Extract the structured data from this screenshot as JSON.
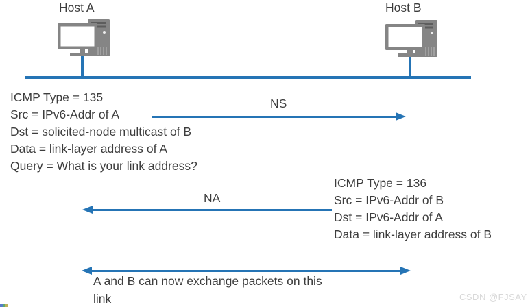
{
  "hosts": [
    {
      "label": "Host A"
    },
    {
      "label": "Host B"
    }
  ],
  "ns_message": {
    "arrow_label": "NS",
    "lines": [
      "ICMP Type = 135",
      "Src = IPv6-Addr of A",
      "Dst = solicited-node multicast of B",
      "Data = link-layer address of A",
      "Query = What is your link address?"
    ]
  },
  "na_message": {
    "arrow_label": "NA",
    "lines": [
      "ICMP Type = 136",
      "Src = IPv6-Addr of B",
      "Dst = IPv6-Addr of A",
      "Data = link-layer address of B"
    ]
  },
  "exchange_note": {
    "lines": [
      "A and B can now exchange packets on this",
      "link"
    ]
  },
  "watermark": "CSDN @FJSAY",
  "colors": {
    "link_blue": "#2574b5",
    "text_dark": "#3d3d3d",
    "icon_gray": "#858585",
    "watermark_gray": "#d8d8d8"
  }
}
